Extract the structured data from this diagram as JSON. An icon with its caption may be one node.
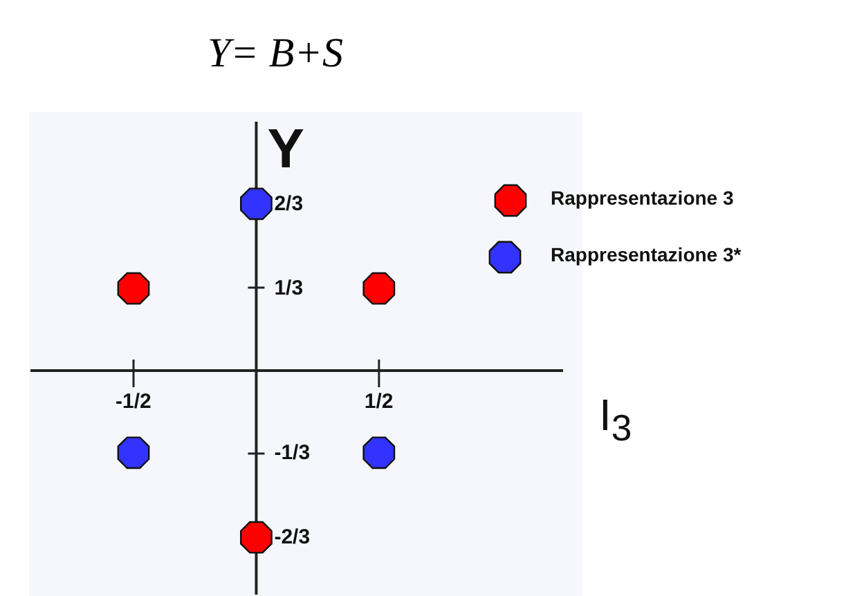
{
  "diagram": {
    "title": "Y= B+S",
    "chart_data": {
      "type": "scatter",
      "xlabel": "I$_{3}$",
      "ylabel": "Y",
      "legend": true,
      "xlim": [
        -0.92,
        1.25
      ],
      "ylim": [
        -0.9,
        1.0
      ],
      "xticks": [
        {
          "value": -0.5,
          "label": "-1/2"
        },
        {
          "value": 0.5,
          "label": "1/2"
        }
      ],
      "yticks": [
        {
          "value": 0.6667,
          "label": "2/3"
        },
        {
          "value": 0.3333,
          "label": "1/3"
        },
        {
          "value": -0.3333,
          "label": "-1/3"
        },
        {
          "value": -0.6667,
          "label": "-2/3"
        }
      ],
      "series": [
        {
          "name": "Rappresentazione 3",
          "color": "#ff0000",
          "x": [
            -0.5,
            0.5,
            0
          ],
          "values": [
            0.33,
            0.33,
            -0.67
          ]
        },
        {
          "name": "Rappresentazione 3*",
          "color": "#3333ff",
          "x": [
            0,
            -0.5,
            0.5
          ],
          "values": [
            0.67,
            -0.33,
            -0.33
          ]
        }
      ]
    }
  }
}
